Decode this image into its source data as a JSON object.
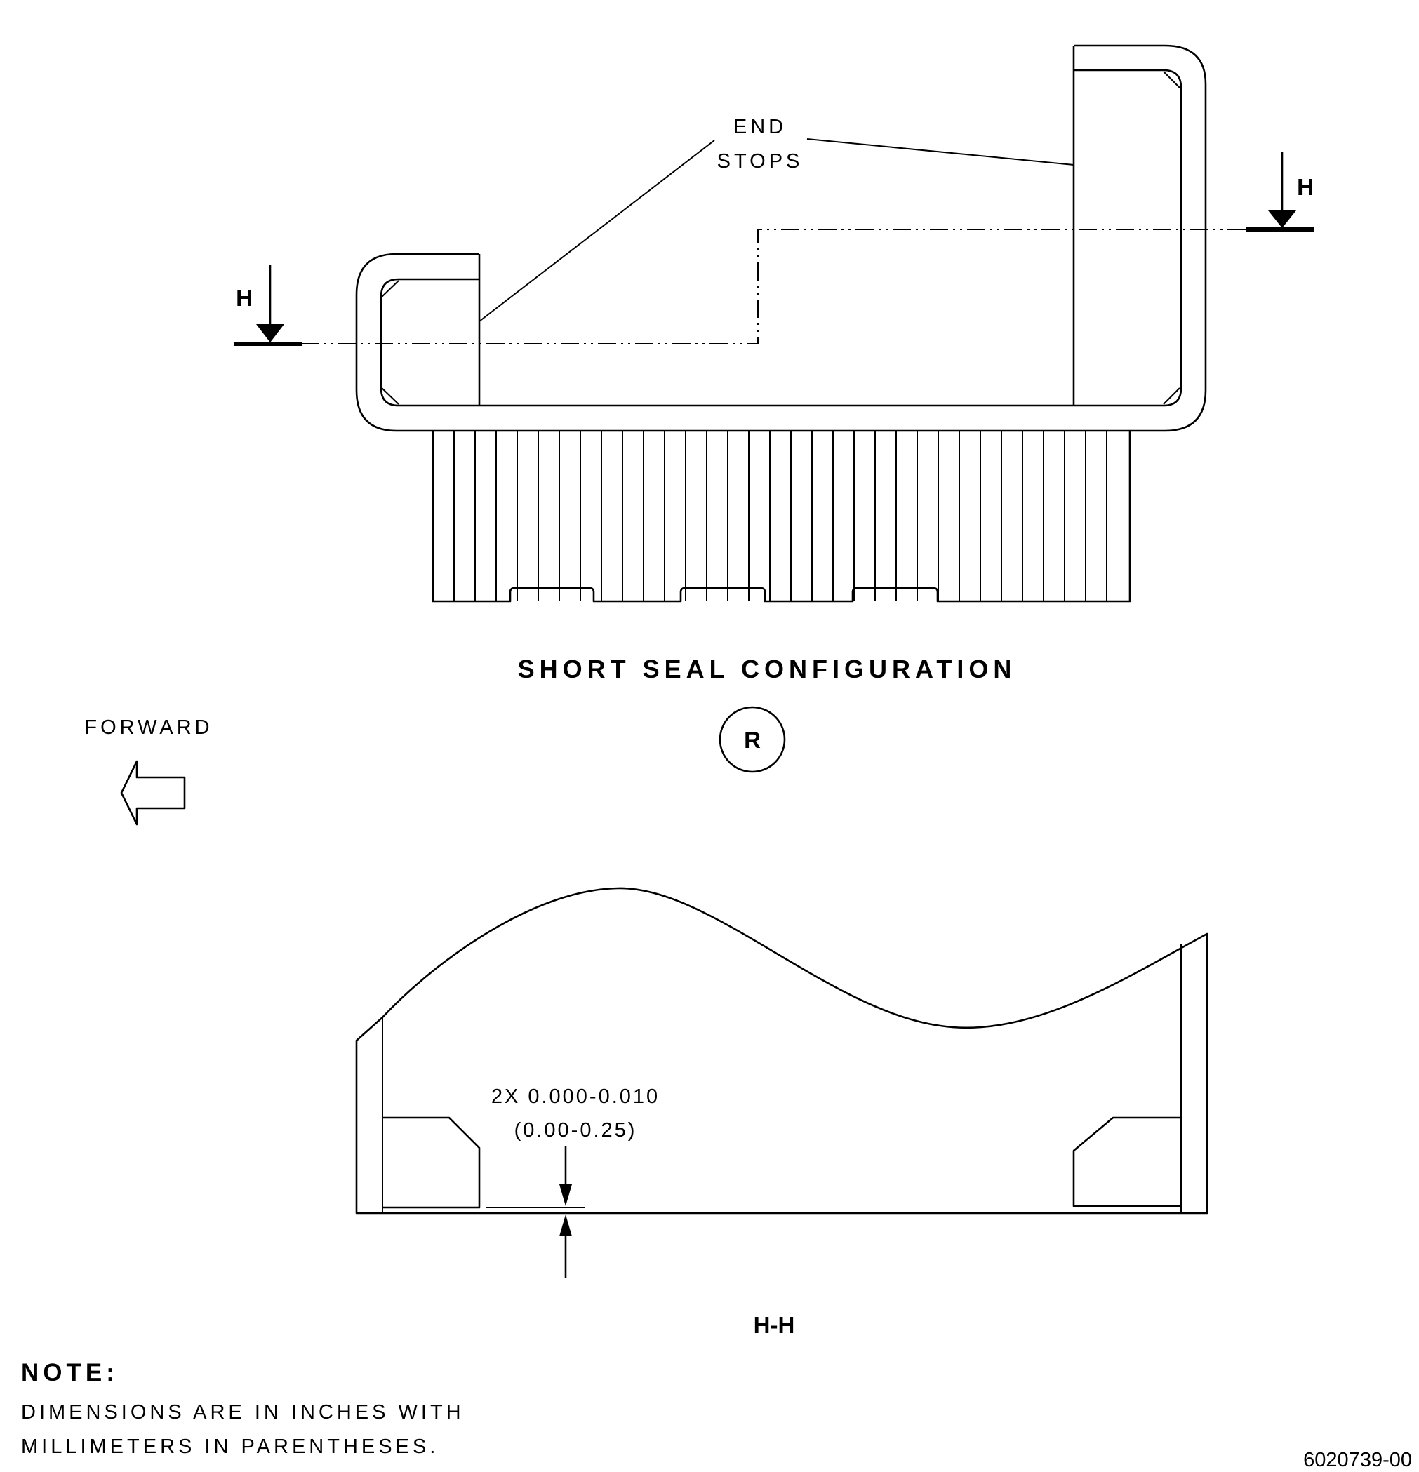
{
  "labels": {
    "end_stops_line1": "END",
    "end_stops_line2": "STOPS",
    "cut_marker_left": "H",
    "cut_marker_right": "H",
    "view_title": "SHORT SEAL CONFIGURATION",
    "detail_letter": "R",
    "direction": "FORWARD",
    "dimension_inches": "2X 0.000-0.010",
    "dimension_mm": "(0.00-0.25)",
    "section_title": "H-H",
    "note_heading": "NOTE:",
    "note_line1": "DIMENSIONS ARE IN INCHES WITH",
    "note_line2": "MILLIMETERS IN PARENTHESES.",
    "figure_number": "6020739-00"
  }
}
